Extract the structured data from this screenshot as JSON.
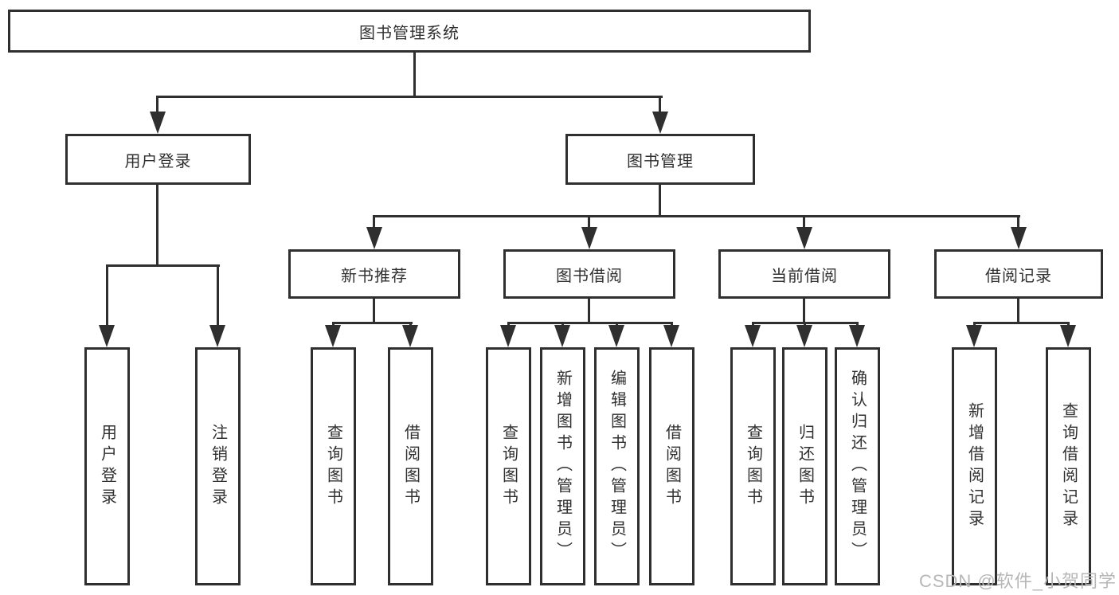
{
  "root": {
    "label": "图书管理系统"
  },
  "branches": {
    "user_login": {
      "label": "用户登录",
      "children": [
        "用户登录",
        "注销登录"
      ]
    },
    "book_mgmt": {
      "label": "图书管理"
    }
  },
  "modules": {
    "new_books": {
      "label": "新书推荐",
      "children": [
        "查询图书",
        "借阅图书"
      ]
    },
    "borrowing": {
      "label": "图书借阅",
      "children": [
        "查询图书",
        "新增图书（管理员）",
        "编辑图书（管理员）",
        "借阅图书"
      ]
    },
    "current": {
      "label": "当前借阅",
      "children": [
        "查询图书",
        "归还图书",
        "确认归还（管理员）"
      ]
    },
    "records": {
      "label": "借阅记录",
      "children": [
        "新增借阅记录",
        "查询借阅记录"
      ]
    }
  },
  "watermark": "CSDN @软件_小贺同学",
  "colors": {
    "line": "#2f2f2f",
    "text": "#303030",
    "watermark": "#b7b7b7",
    "background": "#ffffff"
  }
}
